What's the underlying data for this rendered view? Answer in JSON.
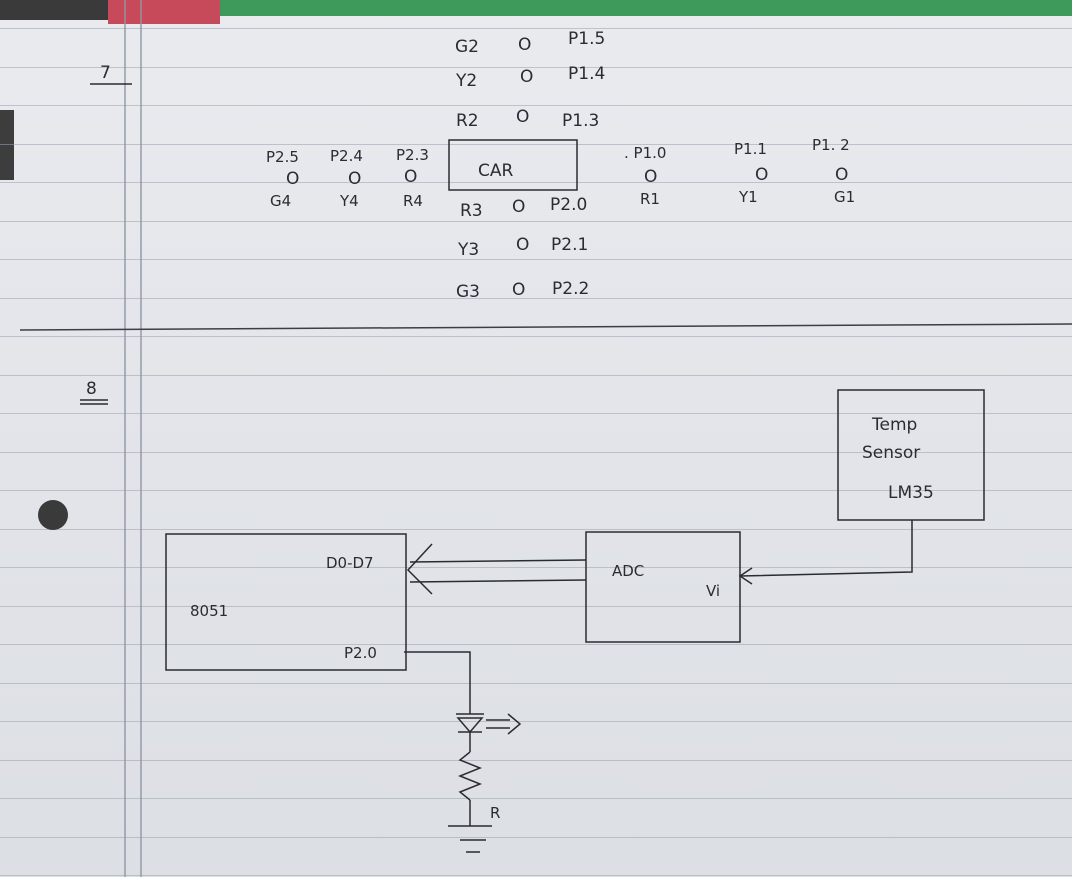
{
  "question_7": {
    "number": "7",
    "car_label": "CAR",
    "north": [
      {
        "light": "G2",
        "port": "P1.5"
      },
      {
        "light": "Y2",
        "port": "P1.4"
      },
      {
        "light": "R2",
        "port": "P1.3"
      }
    ],
    "south": [
      {
        "light": "R3",
        "port": "P2.0"
      },
      {
        "light": "Y3",
        "port": "P2.1"
      },
      {
        "light": "G3",
        "port": "P2.2"
      }
    ],
    "west": [
      {
        "port": "P2.5",
        "light": "G4"
      },
      {
        "port": "P2.4",
        "light": "Y4"
      },
      {
        "port": "P2.3",
        "light": "R4"
      }
    ],
    "east": [
      {
        "port": ". P1.0",
        "light": "R1"
      },
      {
        "port": "P1.1",
        "light": "Y1"
      },
      {
        "port": "P1. 2",
        "light": "G1"
      }
    ],
    "dot": "O"
  },
  "question_8": {
    "number": "8",
    "sensor": {
      "line1": "Temp",
      "line2": "Sensor",
      "line3": "LM35"
    },
    "adc": {
      "label": "ADC",
      "input": "Vi"
    },
    "mcu": {
      "label": "8051",
      "data_port": "D0-D7",
      "led_port": "P2.0"
    },
    "resistor_label": "R"
  }
}
